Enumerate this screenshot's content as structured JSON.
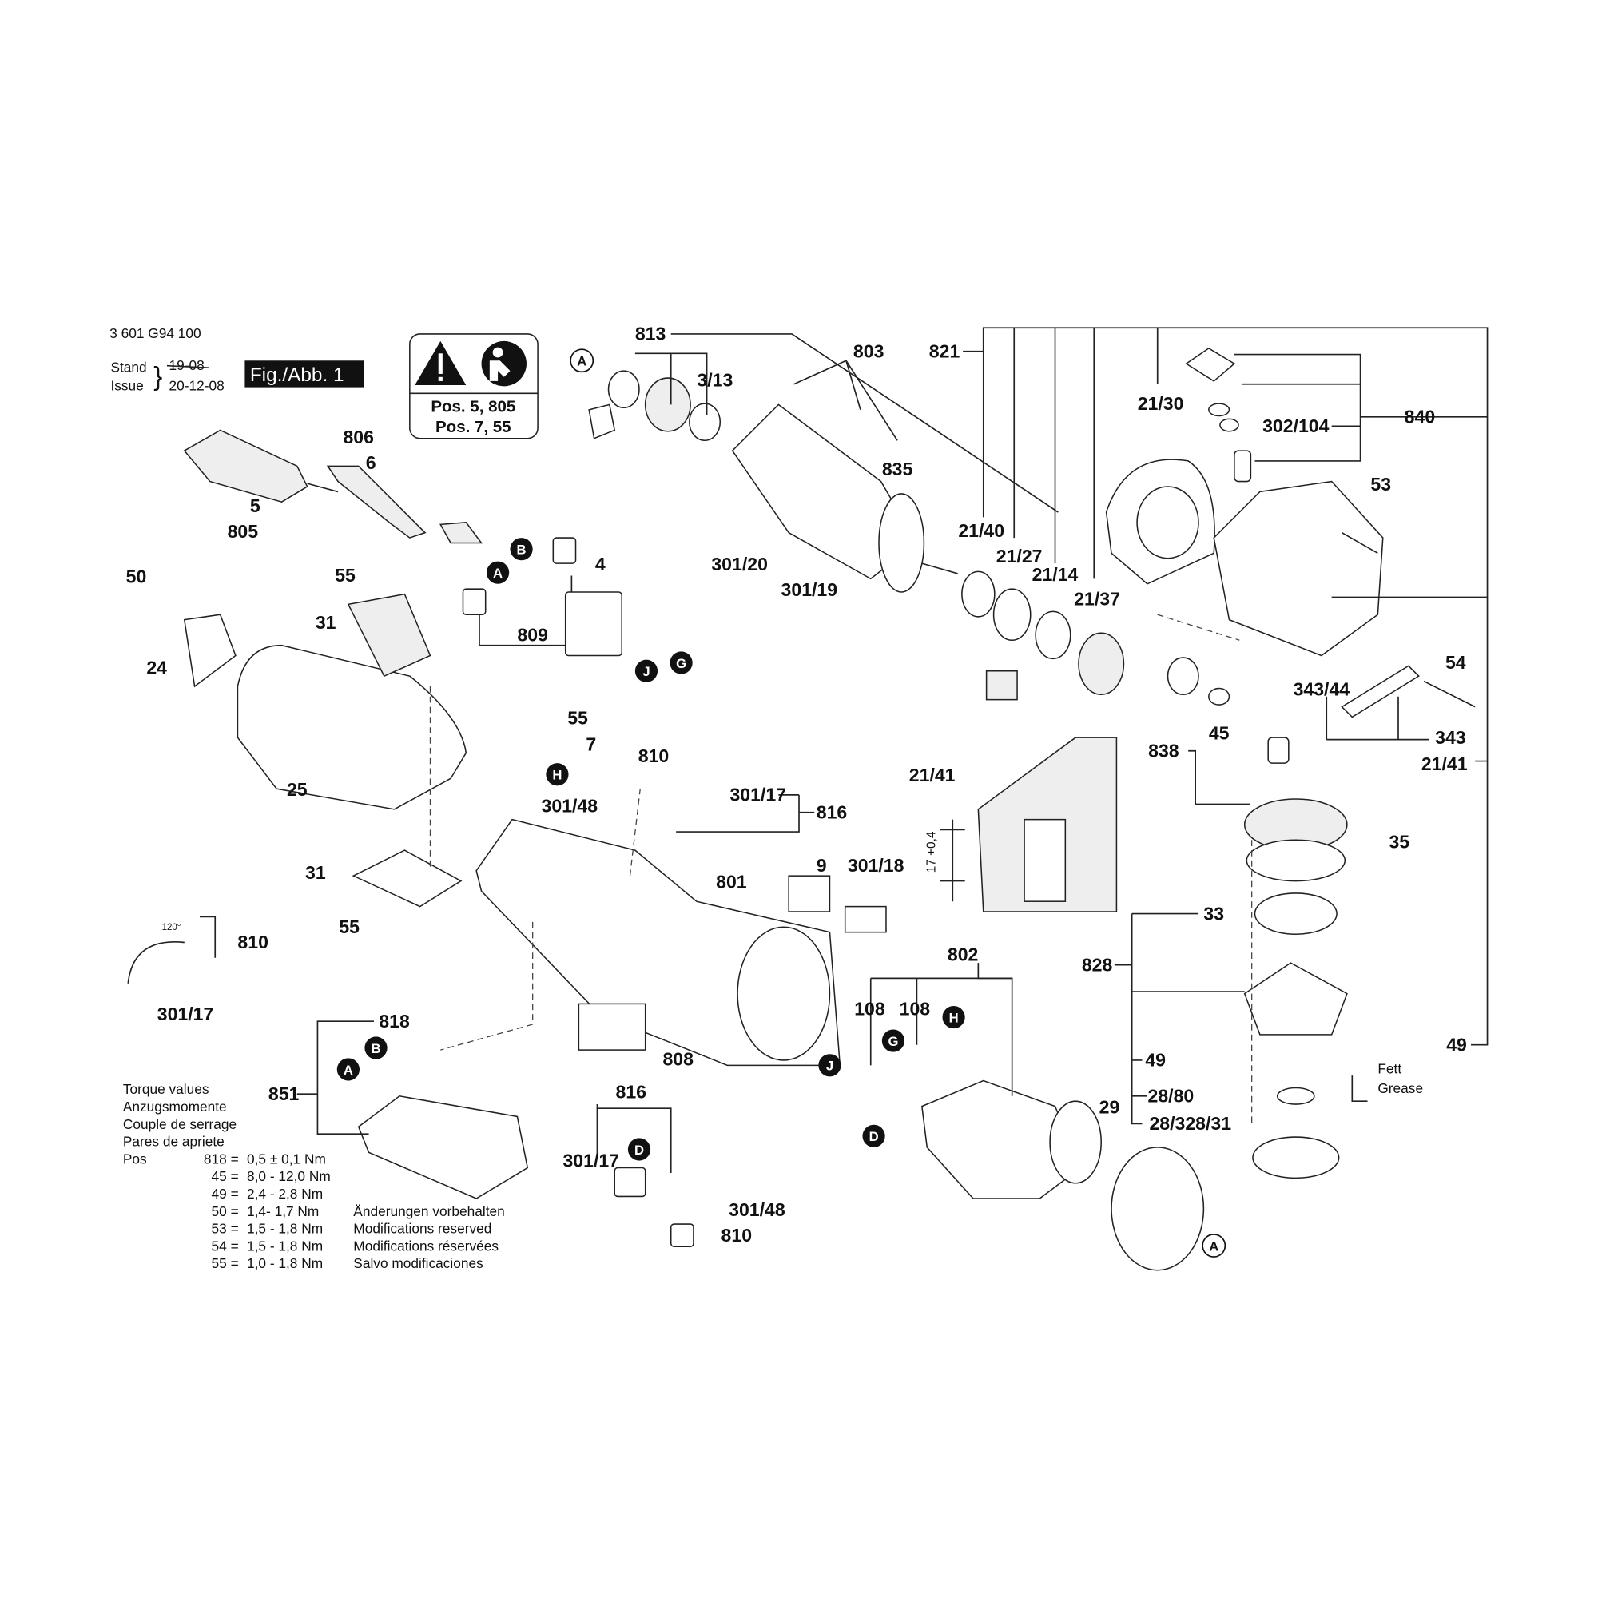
{
  "header": {
    "part_number": "3 601 G94 100",
    "stand_label": "Stand",
    "issue_label": "Issue",
    "stand_date_struck": "19-08",
    "issue_date": "20-12-08",
    "figure_label": "Fig./Abb. 1"
  },
  "warning_box": {
    "icons": [
      "warning-triangle-icon",
      "read-manual-icon"
    ],
    "line1": "Pos. 5, 805",
    "line2": "Pos. 7, 55"
  },
  "callouts": [
    "813",
    "3/13",
    "803",
    "835",
    "821",
    "21/30",
    "840",
    "302/104",
    "53",
    "21/40",
    "21/27",
    "21/14",
    "21/37",
    "301/20",
    "301/19",
    "806",
    "6",
    "5",
    "805",
    "4",
    "50",
    "55",
    "31",
    "809",
    "24",
    "54",
    "343/44",
    "45",
    "343",
    "838",
    "21/41",
    "21/41",
    "55",
    "7",
    "810",
    "301/48",
    "301/17",
    "816",
    "25",
    "35",
    "9",
    "301/18",
    "801",
    "31",
    "33",
    "55",
    "810",
    "802",
    "828",
    "301/17",
    "108",
    "108",
    "818",
    "808",
    "49",
    "49",
    "851",
    "28/80",
    "816",
    "29",
    "28/328/31",
    "301/17",
    "301/48",
    "810"
  ],
  "markers": [
    "A",
    "B",
    "A",
    "G",
    "J",
    "H",
    "H",
    "G",
    "J",
    "B",
    "A",
    "D",
    "D",
    "A"
  ],
  "annotations": {
    "angle": "120°",
    "dimension": "17 +0,4",
    "grease_de": "Fett",
    "grease_en": "Grease"
  },
  "torque": {
    "titles": [
      "Torque values",
      "Anzugsmomente",
      "Couple de serrage",
      "Pares de apriete"
    ],
    "prefix": "Pos",
    "rows": [
      {
        "pos": "818 =",
        "value": "0,5 ± 0,1 Nm"
      },
      {
        "pos": "45 =",
        "value": "8,0 - 12,0 Nm"
      },
      {
        "pos": "49 =",
        "value": "2,4 - 2,8 Nm"
      },
      {
        "pos": "50 =",
        "value": "1,4- 1,7 Nm"
      },
      {
        "pos": "53 =",
        "value": "1,5 - 1,8 Nm"
      },
      {
        "pos": "54 =",
        "value": "1,5 - 1,8 Nm"
      },
      {
        "pos": "55 =",
        "value": "1,0 - 1,8 Nm"
      }
    ]
  },
  "notes": [
    "Änderungen vorbehalten",
    "Modifications reserved",
    "Modifications réservées",
    "Salvo modificaciones"
  ]
}
